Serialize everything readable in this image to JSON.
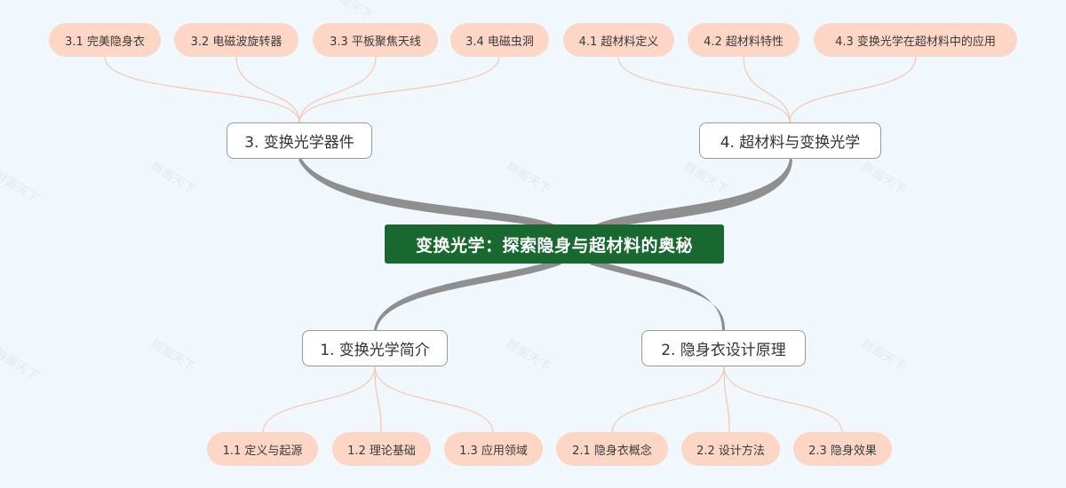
{
  "colors": {
    "background": "#f1f8fd",
    "root_fill": "#18682f",
    "root_text": "#ffffff",
    "main_fill": "#ffffff",
    "main_border": "#9a9a9a",
    "sub_fill": "#fdd6c6",
    "trunk_link": "#8f8f8f",
    "branch_link": "#f8c6b0"
  },
  "mindmap": {
    "root": "变换光学：探索隐身与超材料的奥秘",
    "branch1": {
      "label": "1. 变换光学简介",
      "children": [
        "1.1 定义与起源",
        "1.2 理论基础",
        "1.3 应用领域"
      ]
    },
    "branch2": {
      "label": "2. 隐身衣设计原理",
      "children": [
        "2.1 隐身衣概念",
        "2.2 设计方法",
        "2.3 隐身效果"
      ]
    },
    "branch3": {
      "label": "3. 变换光学器件",
      "children": [
        "3.1 完美隐身衣",
        "3.2 电磁波旋转器",
        "3.3 平板聚焦天线",
        "3.4 电磁虫洞"
      ]
    },
    "branch4": {
      "label": "4. 超材料与变换光学",
      "children": [
        "4.1 超材料定义",
        "4.2 超材料特性",
        "4.3 变换光学在超材料中的应用"
      ]
    }
  },
  "watermark": {
    "text": "树图天下",
    "icon": "shutu-logo-watermark"
  }
}
